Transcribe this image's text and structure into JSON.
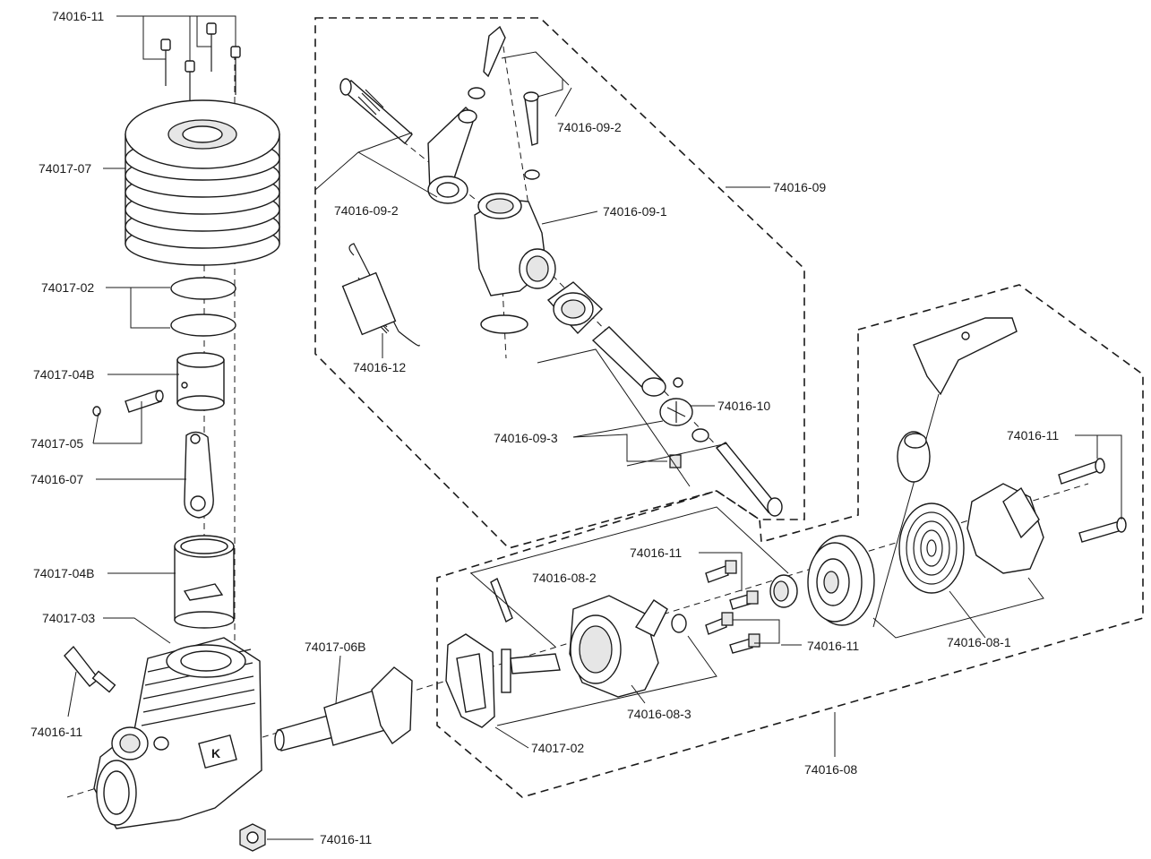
{
  "diagram": {
    "labels": {
      "screws_top": "74016-11",
      "cylinder_head": "74017-07",
      "head_gaskets": "74017-02",
      "piston": "74017-04B",
      "piston_pin": "74017-05",
      "connecting_rod": "74016-07",
      "cylinder_liner": "74017-04B",
      "crankcase": "74017-03",
      "glow_plug": "74016-11",
      "nut_bottom": "74016-11",
      "crankshaft": "74017-06B",
      "needle_assembly": "74016-09-2",
      "spray_bar": "74016-09-2",
      "carb_assembly": "74016-09",
      "carb_body": "74016-09-1",
      "spring": "74016-12",
      "throttle_barrel": "74016-09-3",
      "fuel_nipple": "74016-10",
      "backplate_screws": "74016-11",
      "backplate_kit": "74016-08-2",
      "backplate": "74016-08-3",
      "back_gasket": "74017-02",
      "recoil_assembly": "74016-08",
      "starter_screws_lower": "74016-11",
      "starter_screws_right": "74016-11",
      "recoil_housing": "74016-08-1"
    }
  }
}
